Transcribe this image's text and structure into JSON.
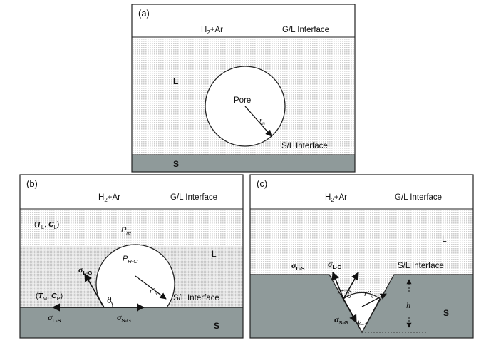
{
  "panel_a": {
    "letter": "(a)",
    "gas": "H",
    "gas_sub": "2",
    "gas_rest": "+Ar",
    "gl_interface": "G/L Interface",
    "liquid": "L",
    "pore": "Pore",
    "radius": "r",
    "radius_sub": "n",
    "sl_interface": "S/L Interface",
    "solid": "S"
  },
  "panel_b": {
    "letter": "(b)",
    "gas": "H",
    "gas_sub": "2",
    "gas_rest": "+Ar",
    "gl_interface": "G/L Interface",
    "tl_open": "(",
    "tl_t": "T",
    "tl_t_sub": "L",
    "tl_sep": ", ",
    "tl_c": "C",
    "tl_c_sub": "L",
    "tl_close": ")",
    "p_re": "P",
    "p_re_sub": "re",
    "p_hc": "P",
    "p_hc_sub": "H-C",
    "liquid": "L",
    "sigma_lg": "σ",
    "sigma_lg_sub": "L-G",
    "theta": "θ",
    "radius": "r′",
    "radius_sub": "n",
    "tm_open": "(",
    "tm_t": "T",
    "tm_t_sub": "M",
    "tm_sep": ", ",
    "tm_c": "C",
    "tm_c_sub": "P",
    "tm_close": ")",
    "sl_interface": "S/L Interface",
    "sigma_ls": "σ",
    "sigma_ls_sub": "L-S",
    "sigma_sg": "σ",
    "sigma_sg_sub": "S-G",
    "solid": "S"
  },
  "panel_c": {
    "letter": "(c)",
    "gas": "H",
    "gas_sub": "2",
    "gas_rest": "+Ar",
    "gl_interface": "G/L Interface",
    "liquid": "L",
    "sigma_ls": "σ",
    "sigma_ls_sub": "L-S",
    "sigma_lg": "σ",
    "sigma_lg_sub": "L-G",
    "sl_interface": "S/L Interface",
    "theta": "θ",
    "radius": "r′′",
    "radius_sub": "n",
    "height": "h",
    "sigma_sg": "σ",
    "sigma_sg_sub": "S-G",
    "gamma": "γ",
    "solid": "S"
  },
  "colors": {
    "gas_region": "#ffffff",
    "liquid_dots": "#d4d4d4",
    "solid": "#8f9a9a",
    "border": "#222222",
    "text": "#111111"
  }
}
